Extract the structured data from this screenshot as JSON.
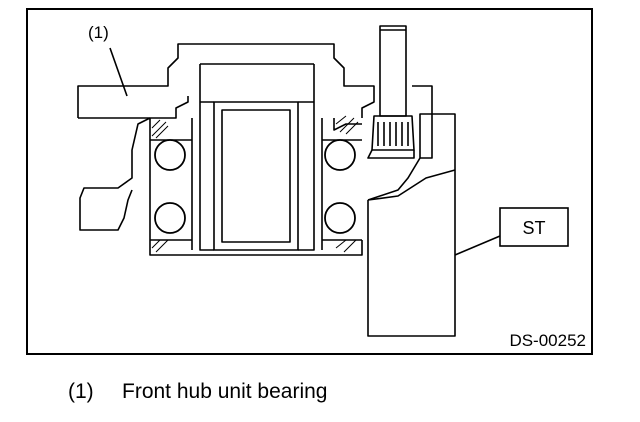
{
  "figure": {
    "callout_label": "(1)",
    "tool_label": "ST",
    "figure_code": "DS-00252"
  },
  "caption": {
    "number": "(1)",
    "text": "Front hub unit bearing"
  }
}
